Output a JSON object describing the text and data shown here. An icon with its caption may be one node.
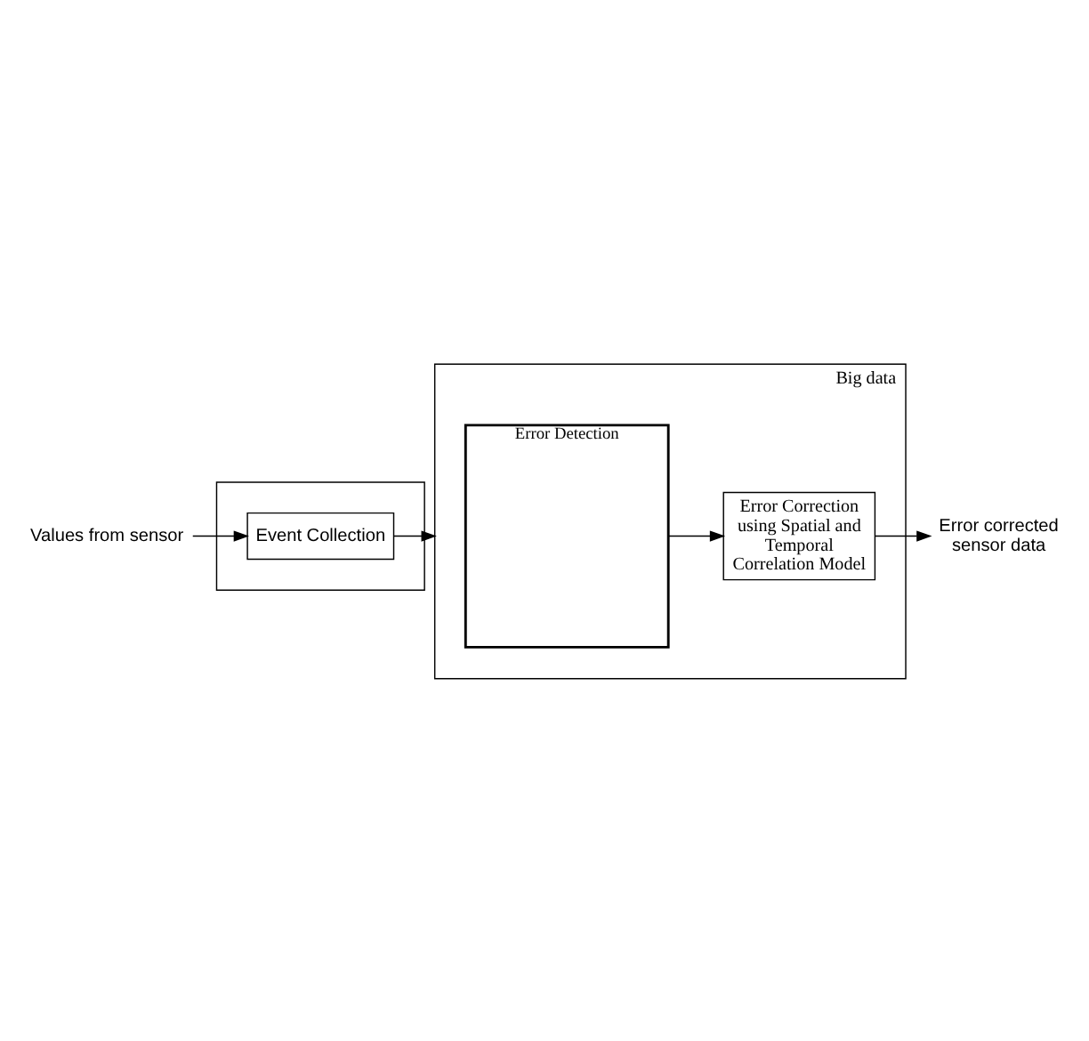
{
  "diagram": {
    "nodes": [
      {
        "text": [
          "Values from sensor"
        ]
      },
      {
        "text": [],
        "shape": "box"
      },
      {
        "text": [
          "Event Collection"
        ],
        "in": 1
      },
      {
        "text": [
          "Big data"
        ]
      },
      {
        "text": [
          "Error Detection"
        ],
        "in": 3
      },
      {
        "text": [
          "Error Correction using Spatial and Temporal Correlation Model"
        ],
        "in": 3
      },
      {
        "text": [
          "Error corrected sensor data"
        ]
      }
    ],
    "edges": [
      {
        "from": 0,
        "to": 2,
        "arrow": "to"
      },
      {
        "from": 2,
        "to": 3,
        "arrow": "to"
      },
      {
        "from": 4,
        "to": 5,
        "arrow": "to"
      },
      {
        "from": 5,
        "to": 6,
        "arrow": "to"
      }
    ]
  }
}
